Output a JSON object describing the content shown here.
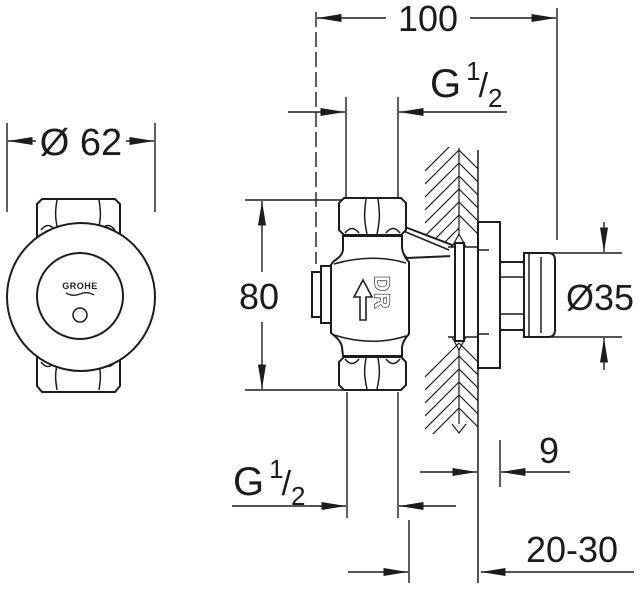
{
  "meta": {
    "background_color": "#ffffff",
    "line_color": "#1c1c1c",
    "drawing_type": "installation dimension drawing"
  },
  "front_view": {
    "diameter_label": "Ø 62",
    "brand_label": "GROHE"
  },
  "side_view": {
    "depth_label": "100",
    "height_label": "80",
    "knob_diameter_label": "Ø35",
    "wall_offset_label": "9",
    "mounting_depth_label": "20-30",
    "flow_marking": "DR",
    "top_thread": {
      "prefix": "G",
      "numerator": "1",
      "slash": "/",
      "denominator": "2"
    },
    "bottom_thread": {
      "prefix": "G",
      "numerator": "1",
      "slash": "/",
      "denominator": "2"
    }
  }
}
